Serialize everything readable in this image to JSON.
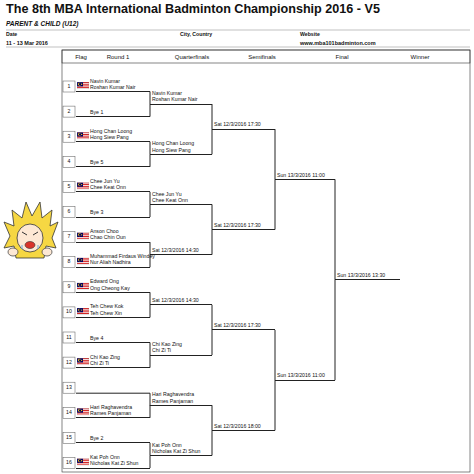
{
  "diagram": {
    "title": "The 8th MBA International Badminton Championship 2016 - V5",
    "nodes": [
      {
        "text": [
          "Navin Kumar",
          "Roshan Kumar Nair"
        ]
      },
      {
        "text": [
          "Bye 1"
        ]
      },
      {
        "text": [
          "Hong Chan Loong",
          "Hong Siew Pang"
        ]
      },
      {
        "text": [
          "Bye 5"
        ]
      },
      {
        "text": [
          "Chee Jun Yu",
          "Chee Keat Onn"
        ]
      },
      {
        "text": [
          "Bye 3"
        ]
      },
      {
        "text": [
          "Anson Choo",
          "Chao Chin Oun"
        ]
      },
      {
        "text": [
          "Muhammad Firdaus Windey",
          "Nur Aliah Nadhira"
        ]
      },
      {
        "text": [
          "Edward Ong",
          "Ong Cheong Kay"
        ]
      },
      {
        "text": [
          "Teh Chew Kok",
          "Teh Chew Xin"
        ]
      },
      {
        "text": [
          "Bye 4"
        ]
      },
      {
        "text": [
          "Chi Kao Zing",
          "Chi Zi Ti"
        ]
      },
      {
        "text": [
          "Hari Raghavendra",
          "Rames Panjaman"
        ]
      },
      {
        "text": [
          "Bye 2"
        ]
      },
      {
        "text": [
          "Kat Poh Onn",
          "Nicholas Kat Zi Shun"
        ]
      },
      {
        "text": [
          "Navin Kumar",
          "Roshan Kumar Nair"
        ]
      },
      {
        "text": [
          "Hong Chan Loong",
          "Hong Siew Pang"
        ]
      },
      {
        "text": [
          "Chee Jun Yu",
          "Chee Keat Onn"
        ]
      },
      {
        "text": [
          "Sat 12/3/2016 14:30"
        ]
      },
      {
        "text": [
          "Sat 12/3/2016 14:30"
        ]
      },
      {
        "text": [
          "Chi Kao Zing",
          "Chi Zi Ti"
        ]
      },
      {
        "text": [
          "Hari Raghavendra",
          "Rames Panjaman"
        ]
      },
      {
        "text": [
          "Kat Poh Onn",
          "Nicholas Kat Zi Shun"
        ]
      },
      {
        "text": [
          "Sat 12/3/2016 17:30"
        ]
      },
      {
        "text": [
          "Sat 12/3/2016 17:30"
        ]
      },
      {
        "text": [
          "Sat 12/3/2016 17:30"
        ]
      },
      {
        "text": [
          "Sat 12/3/2016 18:00"
        ]
      },
      {
        "text": [
          "Sun 13/3/2016 11:00"
        ]
      },
      {
        "text": [
          "Sun 13/3/2016 11:00"
        ]
      },
      {
        "text": [
          "Sun 13/3/2016 13:30"
        ]
      }
    ],
    "edges": [
      {
        "from": 0,
        "to": 15,
        "arrow": "none"
      },
      {
        "from": 1,
        "to": 15,
        "arrow": "none"
      },
      {
        "from": 2,
        "to": 16,
        "arrow": "none"
      },
      {
        "from": 3,
        "to": 16,
        "arrow": "none"
      },
      {
        "from": 4,
        "to": 17,
        "arrow": "none"
      },
      {
        "from": 5,
        "to": 17,
        "arrow": "none"
      },
      {
        "from": 6,
        "to": 18,
        "arrow": "none"
      },
      {
        "from": 7,
        "to": 18,
        "arrow": "none"
      },
      {
        "from": 8,
        "to": 19,
        "arrow": "none"
      },
      {
        "from": 9,
        "to": 19,
        "arrow": "none"
      },
      {
        "from": 10,
        "to": 20,
        "arrow": "none"
      },
      {
        "from": 11,
        "to": 20,
        "arrow": "none"
      },
      {
        "from": 12,
        "to": 21,
        "arrow": "none"
      },
      {
        "from": 13,
        "to": 22,
        "arrow": "none"
      },
      {
        "from": 14,
        "to": 22,
        "arrow": "none"
      },
      {
        "from": 15,
        "to": 23,
        "arrow": "none"
      },
      {
        "from": 16,
        "to": 23,
        "arrow": "none"
      },
      {
        "from": 17,
        "to": 24,
        "arrow": "none"
      },
      {
        "from": 18,
        "to": 24,
        "arrow": "none"
      },
      {
        "from": 19,
        "to": 25,
        "arrow": "none"
      },
      {
        "from": 20,
        "to": 25,
        "arrow": "none"
      },
      {
        "from": 21,
        "to": 26,
        "arrow": "none"
      },
      {
        "from": 22,
        "to": 26,
        "arrow": "none"
      },
      {
        "from": 23,
        "to": 27,
        "arrow": "none"
      },
      {
        "from": 24,
        "to": 27,
        "arrow": "none"
      },
      {
        "from": 25,
        "to": 28,
        "arrow": "none"
      },
      {
        "from": 26,
        "to": 28,
        "arrow": "none"
      },
      {
        "from": 27,
        "to": 29,
        "arrow": "none"
      },
      {
        "from": 28,
        "to": 29,
        "arrow": "none"
      }
    ],
    "labels": [
      "PARENT & CHILD (U12)",
      "Date",
      "City, Country",
      "Website",
      "11 - 13 Mar 2016",
      "www.mba101badminton.com",
      "Flag",
      "Round 1",
      "Quarterfinals",
      "Semifinals",
      "Final",
      "Winner",
      "1",
      "2",
      "3",
      "4",
      "5",
      "6",
      "7",
      "8",
      "9",
      "10",
      "11",
      "12",
      "13",
      "14",
      "15",
      "16"
    ]
  }
}
